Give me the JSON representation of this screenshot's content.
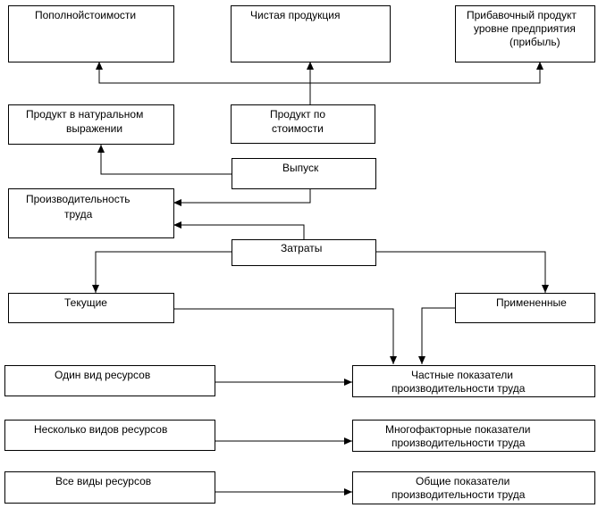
{
  "nodes": {
    "full_cost": "Пополнойстоимости",
    "net_product": "Чистая продукция",
    "surplus_line1": "Прибавочный продукт",
    "surplus_line2": "уровне предприятия",
    "surplus_line3": "(прибыль)",
    "natural_line1": "Продукт в натуральном",
    "natural_line2": "выражении",
    "by_cost_line1": "Продукт по",
    "by_cost_line2": "стоимости",
    "output": "Выпуск",
    "productivity_line1": "Производительность",
    "productivity_line2": "труда",
    "costs": "Затраты",
    "current": "Текущие",
    "applied": "Примененные",
    "one_resource": "Один вид ресурсов",
    "several_resources": "Несколько видов ресурсов",
    "all_resources": "Все виды ресурсов",
    "partial_line1": "Частные показатели",
    "partial_line2": "производительности труда",
    "multifactor_line1": "Многофакторные показатели",
    "multifactor_line2": "производительности труда",
    "general_line1": "Общие показатели",
    "general_line2": "производительности труда"
  }
}
